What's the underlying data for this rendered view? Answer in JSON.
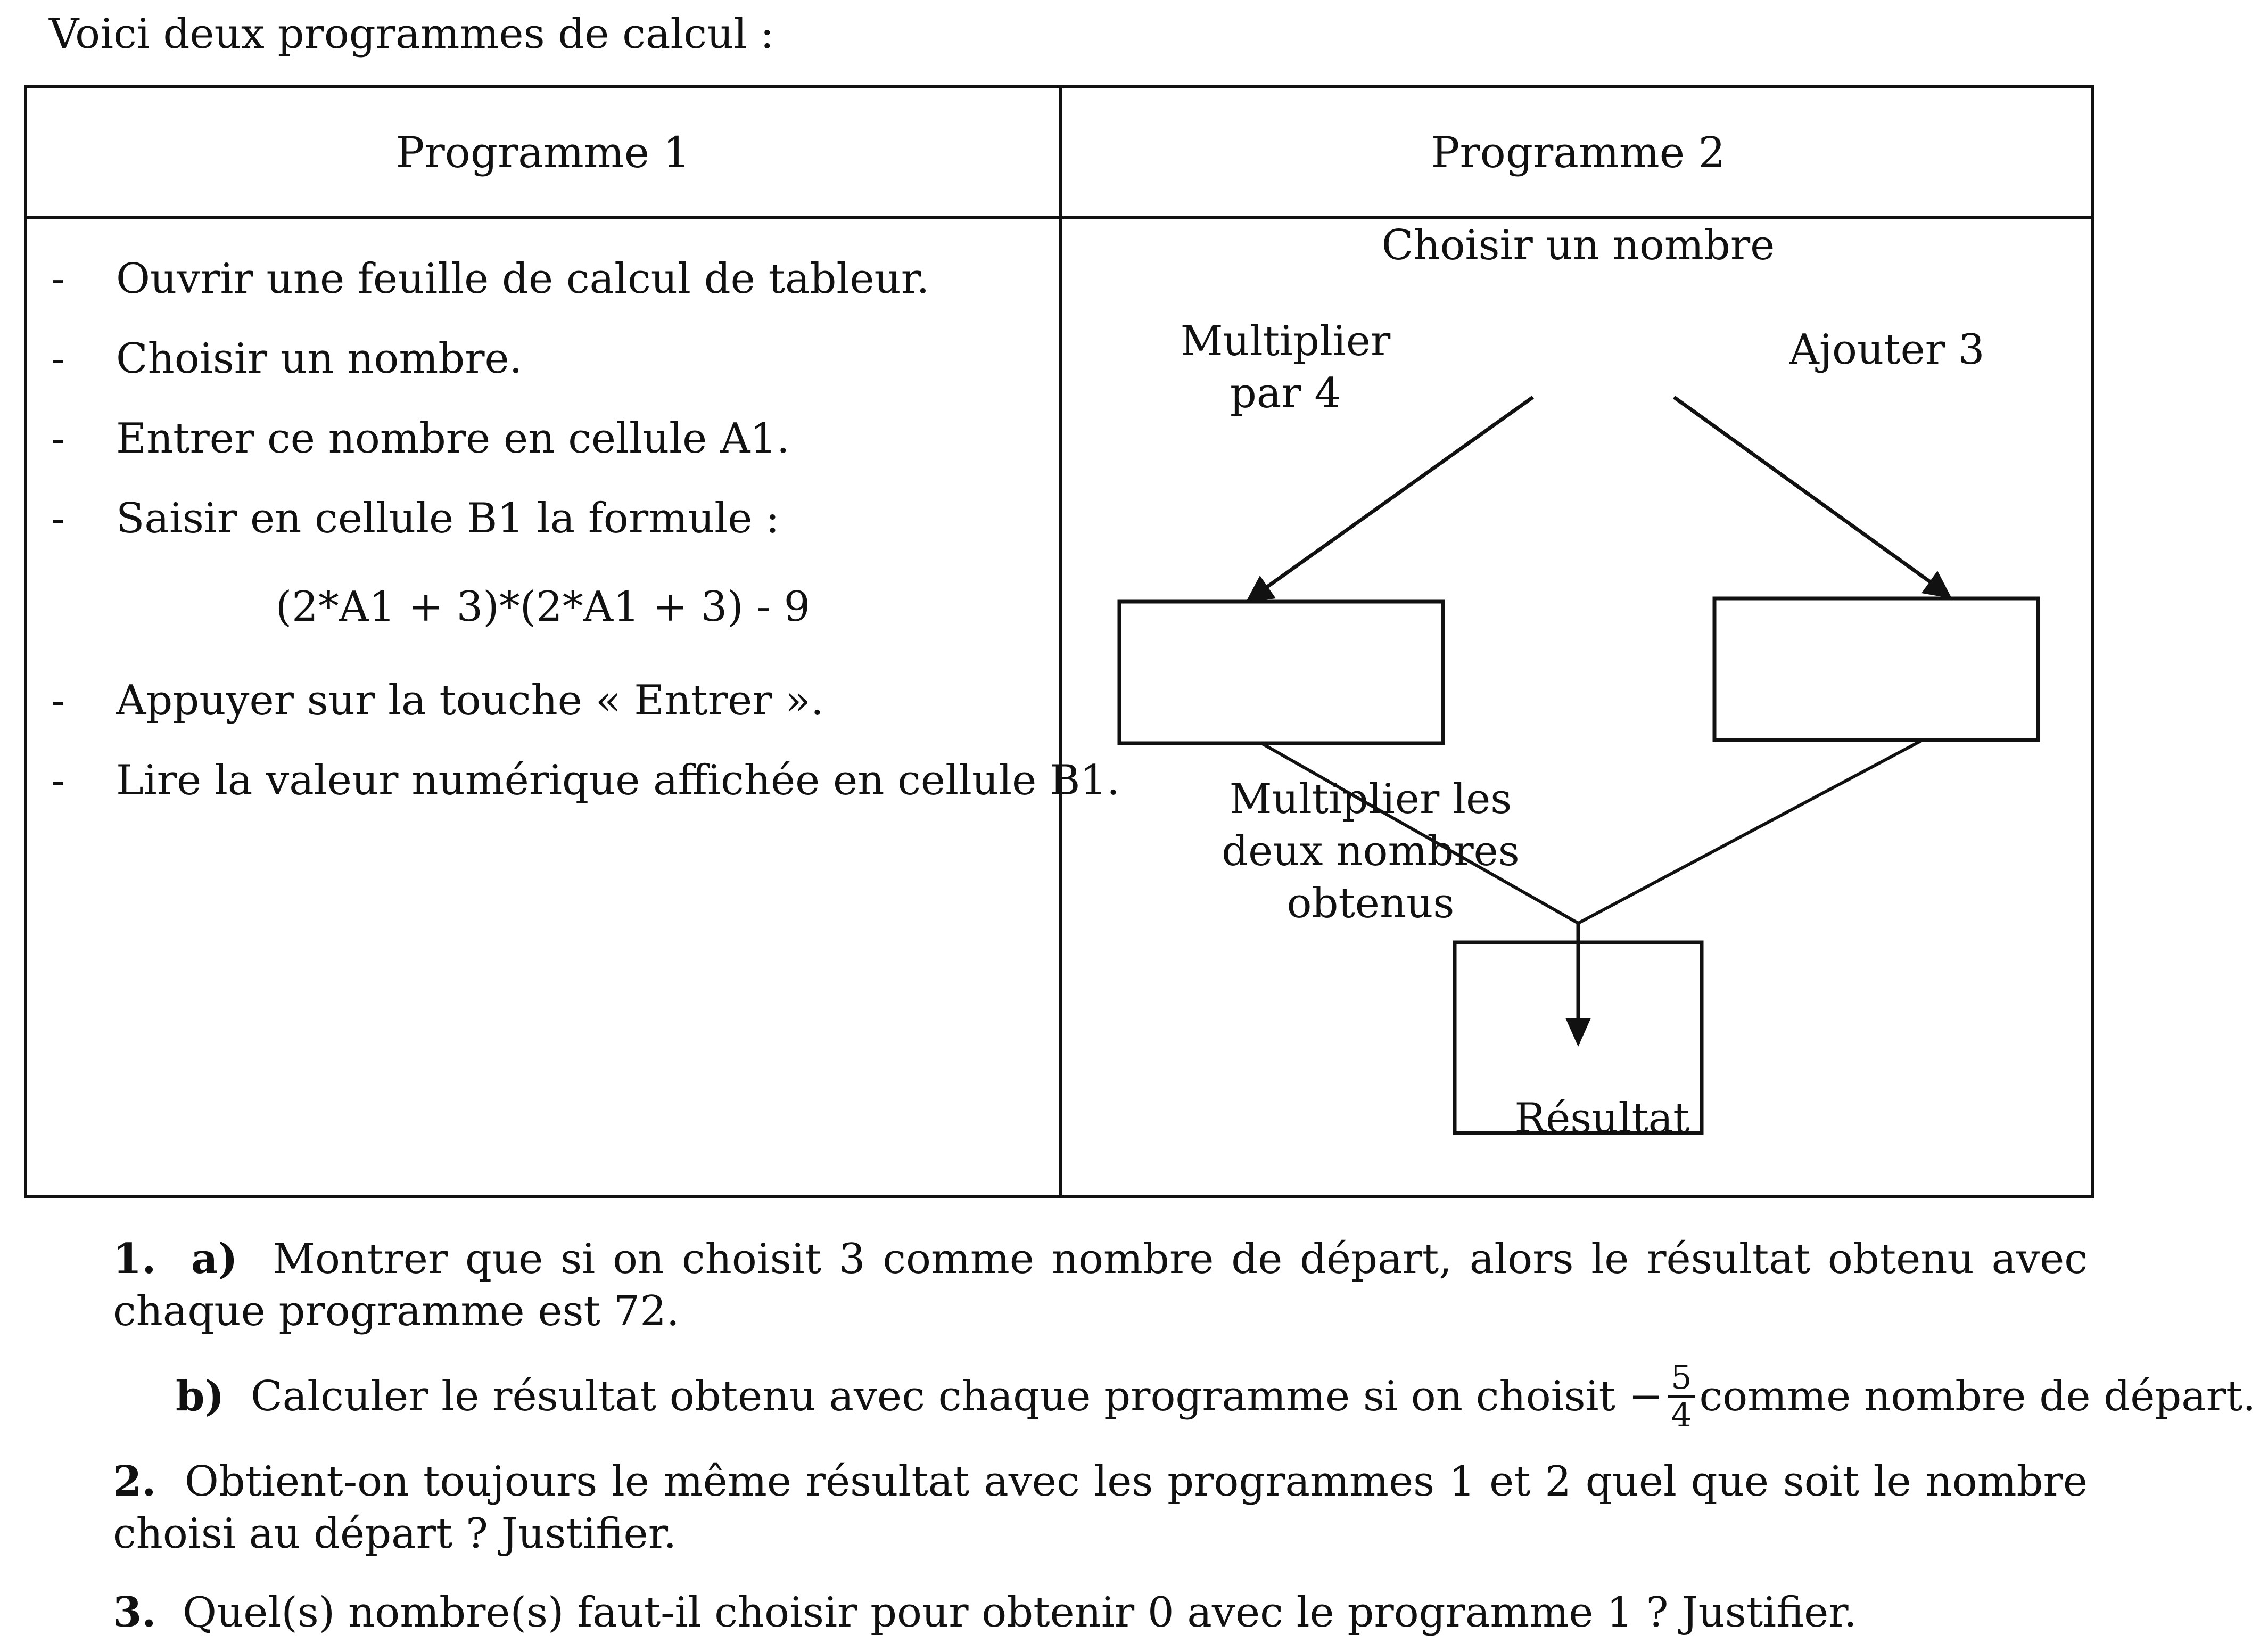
{
  "intro": "Voici deux programmes de calcul :",
  "table": {
    "headers": [
      "Programme 1",
      "Programme 2"
    ],
    "program1": {
      "dash": "-",
      "steps": [
        "Ouvrir une feuille de calcul de tableur.",
        "Choisir un nombre.",
        "Entrer ce nombre en cellule A1.",
        "Saisir en cellule B1 la formule :",
        "Appuyer sur la touche « Entrer ».",
        "Lire la valeur numérique affichée en cellule B1."
      ],
      "formula": "(2*A1 + 3)*(2*A1 + 3) - 9"
    },
    "program2": {
      "start": "Choisir un nombre",
      "left_branch_line1": "Multiplier",
      "left_branch_line2": "par 4",
      "right_branch": "Ajouter 3",
      "merge_line1": "Multiplier les",
      "merge_line2": "deux nombres",
      "merge_line3": "obtenus",
      "result": "Résultat"
    }
  },
  "questions": {
    "q1_num": "1.",
    "q1a_label": "a)",
    "q1a_text": "Montrer que si on choisit 3 comme nombre de départ, alors le résultat obtenu avec chaque programme est 72.",
    "q1b_label": "b)",
    "q1b_text_before": "Calculer le résultat obtenu avec chaque programme si on choisit",
    "q1b_minus": "−",
    "q1b_frac_num": "5",
    "q1b_frac_den": "4",
    "q1b_text_after": "comme nombre de départ.",
    "q2_num": "2.",
    "q2_text": "Obtient-on toujours le même résultat avec les programmes 1 et 2 quel que soit le nombre choisi au départ ? Justifier.",
    "q3_num": "3.",
    "q3_text": "Quel(s) nombre(s) faut-il choisir pour obtenir 0 avec le programme 1 ? Justifier."
  }
}
